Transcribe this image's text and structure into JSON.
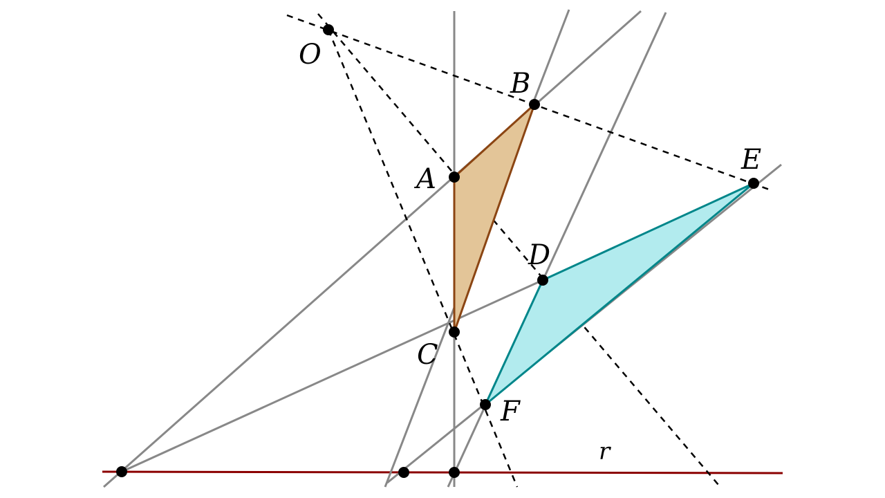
{
  "diagram": {
    "labels": {
      "O": "O",
      "A": "A",
      "B": "B",
      "C": "C",
      "D": "D",
      "E": "E",
      "F": "F",
      "r": "r"
    },
    "colors": {
      "background": "#ffffff",
      "construction_line": "#888888",
      "dashed_line": "#000000",
      "axis_line_r": "#8b0000",
      "triangle_ABC_fill": "#e3c598",
      "triangle_ABC_stroke": "#8b4513",
      "triangle_DEF_fill": "#b2ebee",
      "triangle_DEF_stroke": "#00868a",
      "point": "#000000"
    }
  }
}
